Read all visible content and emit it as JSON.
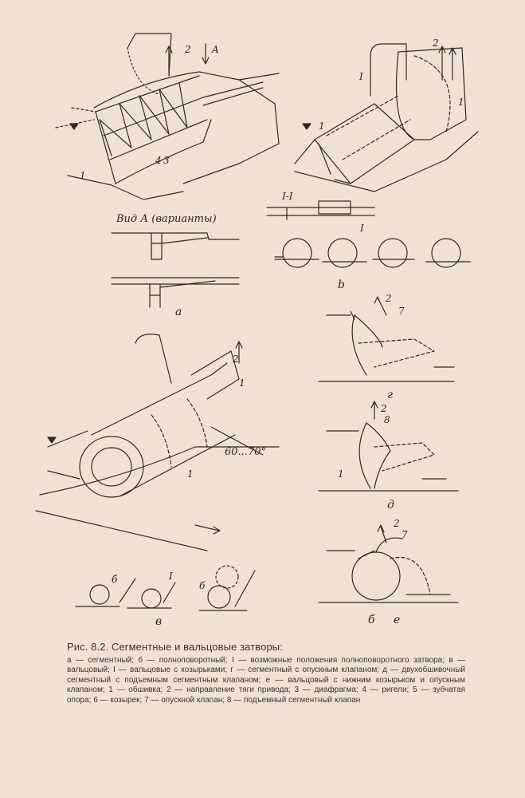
{
  "figure": {
    "labels": {
      "a_n1": "1",
      "a_n2": "2",
      "a_A": "A",
      "a_n4": "4",
      "a_n3": "3",
      "vid": "Вид А (варианты)",
      "a": "а",
      "b_n2": "2",
      "b_I1": "I",
      "b_n1top": "1",
      "b_n1": "1",
      "b_sec": "I-I",
      "b_I2": "I",
      "b": "b",
      "g_n2": "2",
      "g_n7": "7",
      "g": "г",
      "d_n2": "2",
      "d_n8": "8",
      "d_n1": "1",
      "d": "д",
      "v_n2": "2",
      "v_n1": "1",
      "angle": "60...70°",
      "v_n1b": "1",
      "e_n2": "2",
      "e_n7": "7",
      "e_b": "б",
      "e": "е",
      "bb_b1": "б",
      "bb_I": "I",
      "bb_b2": "б",
      "bb_v": "в"
    }
  },
  "caption": {
    "title": "Рис. 8.2. Сегментные и вальцовые затворы:",
    "body": "а — сегментный; б — полноповоротный; I — возможные положения полноповоротного затвора; в — вальцовый; I — вальцовые с козырьками; г — сегментный с опускным клапаном; д — двухобшивочный сегментный с подъемным сегментным клапаном; е — вальцовый с нижним козырьком и опускным клапаном; 1 — обшивка; 2 — направление тяги привода; 3 — диафрагма; 4 — ригели; 5 — зубчатая опора; 6 — козырек; 7 — опускной клапан; 8 — подъемный сегментный клапан"
  }
}
